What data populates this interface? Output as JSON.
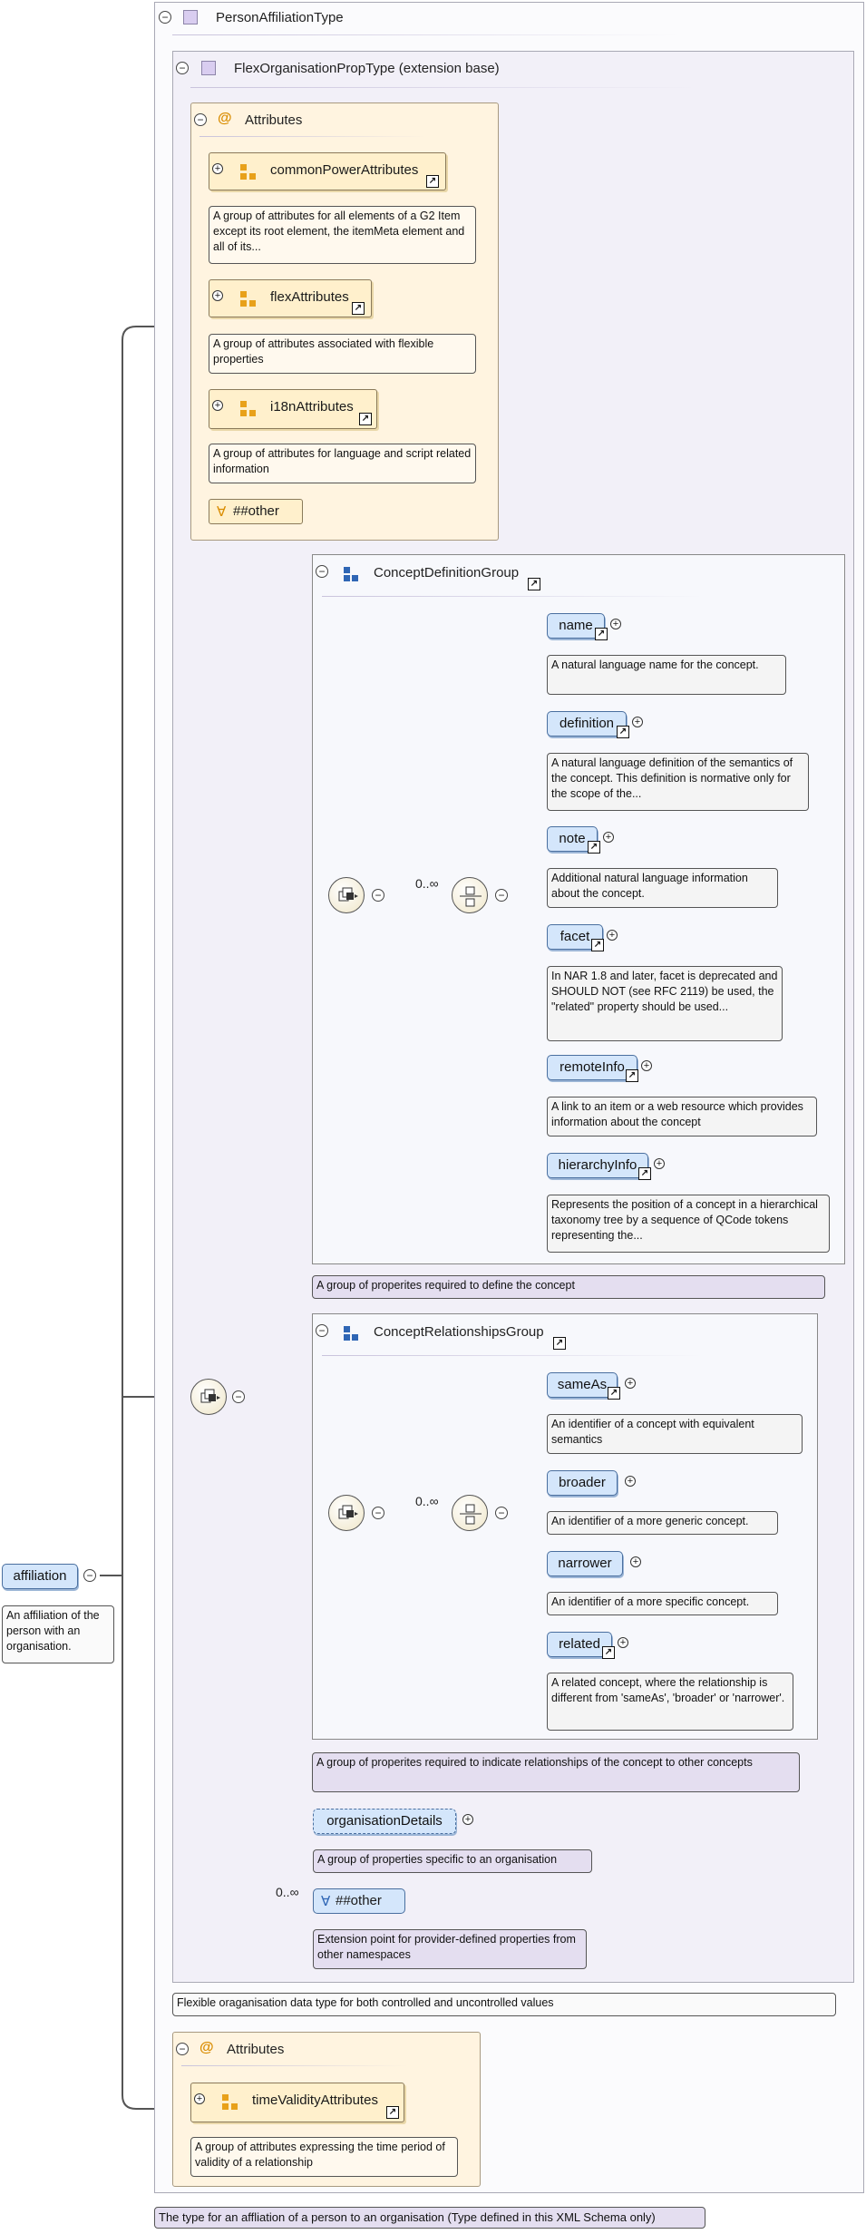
{
  "root": {
    "title": "PersonAffiliationType",
    "description": "The type for an affliation of a person to an organisation (Type defined in this XML Schema only)"
  },
  "element": {
    "name": "affiliation",
    "description": "An affiliation of the person with an organisation."
  },
  "base": {
    "title": "FlexOrganisationPropType (extension base)",
    "description": "Flexible oraganisation data type for both controlled and uncontrolled values"
  },
  "attributes1": {
    "title": "Attributes",
    "items": [
      {
        "name": "commonPowerAttributes",
        "description": "A group of attributes for all elements of a G2 Item except its root element, the itemMeta element and all of its..."
      },
      {
        "name": "flexAttributes",
        "description": "A group of attributes associated with flexible properties"
      },
      {
        "name": "i18nAttributes",
        "description": "A group of attributes for language and script related information"
      }
    ],
    "other": "##other"
  },
  "concept_definition": {
    "title": "ConceptDefinitionGroup",
    "occurrence": "0..∞",
    "description": "A group of properites required to define the concept",
    "items": [
      {
        "name": "name",
        "description": "A natural language name for the concept."
      },
      {
        "name": "definition",
        "description": "A natural language definition of the semantics of the concept. This definition is normative only for the scope of the..."
      },
      {
        "name": "note",
        "description": "Additional natural language information about the concept."
      },
      {
        "name": "facet",
        "description": "In NAR 1.8 and later, facet is deprecated and SHOULD NOT (see RFC 2119) be used, the \"related\" property should be used..."
      },
      {
        "name": "remoteInfo",
        "description": "A link to an item or a web resource which provides information about the concept"
      },
      {
        "name": "hierarchyInfo",
        "description": "Represents the position of a concept in a hierarchical taxonomy tree by a sequence of QCode tokens representing the..."
      }
    ]
  },
  "concept_relationships": {
    "title": "ConceptRelationshipsGroup",
    "occurrence": "0..∞",
    "description": "A group of properites required to indicate relationships of the concept to other concepts",
    "items": [
      {
        "name": "sameAs",
        "description": "An identifier of a concept with equivalent semantics"
      },
      {
        "name": "broader",
        "description": "An identifier of a more generic concept."
      },
      {
        "name": "narrower",
        "description": "An identifier of a more specific concept."
      },
      {
        "name": "related",
        "description": "A related concept, where the relationship is different from 'sameAs', 'broader' or 'narrower'."
      }
    ]
  },
  "organisation_details": {
    "name": "organisationDetails",
    "description": "A group of properties specific to an organisation"
  },
  "any_other": {
    "occurrence": "0..∞",
    "name": "##other",
    "description": "Extension point for provider-defined properties from other namespaces"
  },
  "attributes2": {
    "title": "Attributes",
    "items": [
      {
        "name": "timeValidityAttributes",
        "description": "A group of attributes expressing the time period of validity of a relationship"
      }
    ]
  },
  "icons": {
    "collapse": "minus-circle-icon",
    "expand": "plus-circle-icon",
    "attribute": "at-sign-icon",
    "attribute_group": "attribute-group-icon",
    "model_group": "model-group-icon",
    "sequence": "sequence-compositor-icon",
    "choice": "choice-compositor-icon",
    "jump": "jump-arrow-icon"
  },
  "colors": {
    "type_frame_bg": "#f2f0f8",
    "attribute_bg": "#fff4e0",
    "element_bg": "#d4e6fb",
    "group_box_bg": "#f7f8fc",
    "description_lilac": "#e4def0",
    "accent_orange": "#e8a11a",
    "accent_blue": "#2f66b5"
  }
}
